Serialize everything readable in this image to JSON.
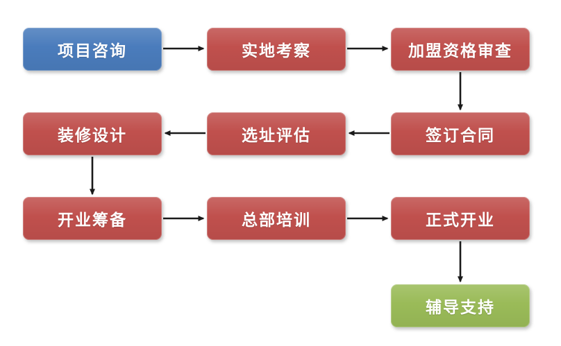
{
  "diagram": {
    "type": "flowchart",
    "direction": "snake-left-to-right",
    "nodes": [
      {
        "id": "project-consultation",
        "label": "项目咨询",
        "fill": "start_blue",
        "row": 1,
        "col": 1
      },
      {
        "id": "site-visit",
        "label": "实地考察",
        "fill": "step_red",
        "row": 1,
        "col": 2
      },
      {
        "id": "franchise-review",
        "label": "加盟资格审查",
        "fill": "step_red",
        "row": 1,
        "col": 3
      },
      {
        "id": "sign-contract",
        "label": "签订合同",
        "fill": "step_red",
        "row": 2,
        "col": 3
      },
      {
        "id": "location-evaluation",
        "label": "选址评估",
        "fill": "step_red",
        "row": 2,
        "col": 2
      },
      {
        "id": "decoration-design",
        "label": "装修设计",
        "fill": "step_red",
        "row": 2,
        "col": 1
      },
      {
        "id": "opening-preparation",
        "label": "开业筹备",
        "fill": "step_red",
        "row": 3,
        "col": 1
      },
      {
        "id": "headquarters-training",
        "label": "总部培训",
        "fill": "step_red",
        "row": 3,
        "col": 2
      },
      {
        "id": "grand-opening",
        "label": "正式开业",
        "fill": "step_red",
        "row": 3,
        "col": 3
      },
      {
        "id": "guidance-support",
        "label": "辅导支持",
        "fill": "end_green",
        "row": 4,
        "col": 3
      }
    ],
    "edges": [
      {
        "from": "project-consultation",
        "to": "site-visit",
        "direction": "right"
      },
      {
        "from": "site-visit",
        "to": "franchise-review",
        "direction": "right"
      },
      {
        "from": "franchise-review",
        "to": "sign-contract",
        "direction": "down"
      },
      {
        "from": "sign-contract",
        "to": "location-evaluation",
        "direction": "left"
      },
      {
        "from": "location-evaluation",
        "to": "decoration-design",
        "direction": "left"
      },
      {
        "from": "decoration-design",
        "to": "opening-preparation",
        "direction": "down"
      },
      {
        "from": "opening-preparation",
        "to": "headquarters-training",
        "direction": "right"
      },
      {
        "from": "headquarters-training",
        "to": "grand-opening",
        "direction": "right"
      },
      {
        "from": "grand-opening",
        "to": "guidance-support",
        "direction": "down"
      }
    ]
  },
  "colors": {
    "start_blue": "#4a7cbc",
    "step_red": "#c0504d",
    "end_green": "#9abb58",
    "arrow_black": "#1a1a1a",
    "background": "#ffffff"
  }
}
